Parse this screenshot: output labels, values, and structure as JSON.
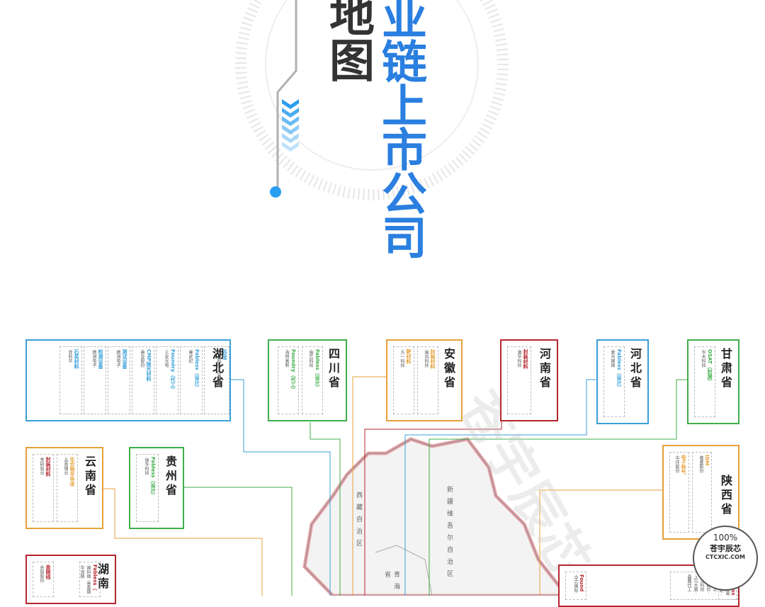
{
  "title": {
    "line1": "业链上市公司",
    "line2": "地图"
  },
  "colors": {
    "blue": "#3aa0d8",
    "green": "#3fae4a",
    "orange": "#e5a13a",
    "red": "#b5262f",
    "title_blue": "#2a7fe0"
  },
  "provinces": [
    {
      "key": "hubei",
      "name": "湖北省",
      "color": "blue",
      "columns": [
        {
          "t": "IDM",
          "c": "·光迅科技 ·台基股份"
        },
        {
          "t": "Fabless（设计）",
          "c": "·寒武纪"
        },
        {
          "t": "Foundry（代工）",
          "c": "·三安光电"
        },
        {
          "t": "CMP抛光材料",
          "c": "·鼎龙股份"
        },
        {
          "t": "测试设备",
          "c": "·精测电子"
        },
        {
          "t": "检测设备",
          "c": "·精测电子"
        },
        {
          "t": "石英材料",
          "c": "·菲利华"
        }
      ]
    },
    {
      "key": "sichuan",
      "name": "四川省",
      "color": "green",
      "columns": [
        {
          "t": "Fabless（设计）",
          "c": "·振芯科技"
        },
        {
          "t": "Foundry（代工）",
          "c": "·海特高新"
        }
      ]
    },
    {
      "key": "anhui",
      "name": "安徽省",
      "color": "orange",
      "columns": [
        {
          "t": "封装材料",
          "c": "·国风科技"
        },
        {
          "t": "靶材料",
          "c": "·万一科技"
        }
      ]
    },
    {
      "key": "henan",
      "name": "河南省",
      "color": "red",
      "columns": [
        {
          "t": "封装材料",
          "c": "·瀚华科技"
        }
      ]
    },
    {
      "key": "hebei",
      "name": "河北省",
      "color": "blue",
      "columns": [
        {
          "t": "Fabless（设计）",
          "c": "·紫光国微"
        }
      ]
    },
    {
      "key": "gansu",
      "name": "甘肃省",
      "color": "green",
      "columns": [
        {
          "t": "OSAT（封测）",
          "c": "·华天科技"
        }
      ]
    },
    {
      "key": "yunnan",
      "name": "云南省",
      "color": "orange",
      "columns": [
        {
          "t": "化合物半导体",
          "c": "·云南锗业"
        },
        {
          "t": "封装材料",
          "c": "·贵研铂业"
        }
      ]
    },
    {
      "key": "guizhou",
      "name": "贵州省",
      "color": "green",
      "columns": [
        {
          "t": "Fabless（设计）",
          "c": "·振华科技"
        }
      ]
    },
    {
      "key": "shaanxi",
      "name": "陕西省",
      "color": "orange",
      "columns": [
        {
          "t": "IDM",
          "c": "·隆基股份"
        },
        {
          "t": "电子特气",
          "c": "·中环股份"
        }
      ]
    },
    {
      "key": "hunan",
      "name": "湖南",
      "color": "red",
      "columns": [
        {
          "t": "Fabless（",
          "c": "·国科微 ·景嘉微 ·华润微"
        },
        {
          "t": "金刚线",
          "c": "·岳阳股份"
        }
      ]
    }
  ],
  "bottom_right_card": {
    "col1_title": "Fabless",
    "col1_text": "·北京 ·兆易 ·四维图新 ·同方国芯 ·紫光股份 ·汇顶科技 ·*ST大唐 ·晶圆代工",
    "col2_title": "IDM",
    "col2_text": "大港科技",
    "col3_title": "Found",
    "col3_text": "·中芯国际"
  },
  "map_labels": [
    "新疆维吾尔自治区",
    "西藏自治区",
    "青海省"
  ],
  "watermark": "苍宇辰芯",
  "stamp": {
    "pct": "100%",
    "name": "苍宇辰芯",
    "url": "CTCXIC.COM"
  }
}
